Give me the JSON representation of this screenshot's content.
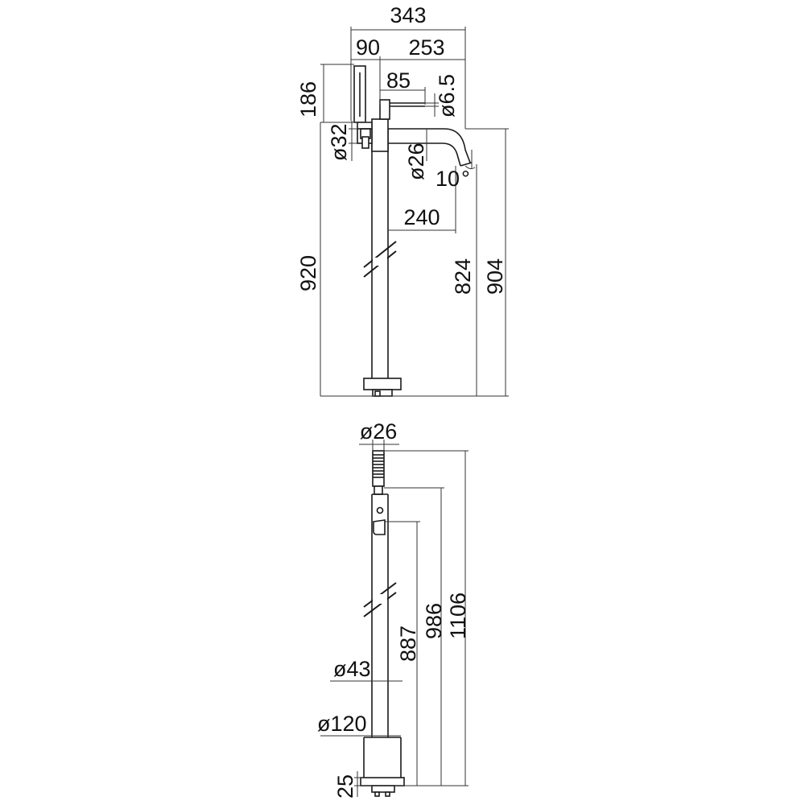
{
  "top_view": {
    "dim_343": "343",
    "dim_90": "90",
    "dim_253": "253",
    "dim_85": "85",
    "dim_d6_5": "ø6.5",
    "dim_186": "186",
    "dim_d32": "ø32",
    "dim_d26": "ø26",
    "dim_10deg": "10",
    "degree_symbol": "°",
    "dim_240": "240",
    "dim_920": "920",
    "dim_824": "824",
    "dim_904": "904"
  },
  "bottom_view": {
    "dim_d26": "ø26",
    "dim_1106": "1106",
    "dim_986": "986",
    "dim_887": "887",
    "dim_d43": "ø43",
    "dim_d120": "ø120",
    "dim_25": "25"
  }
}
